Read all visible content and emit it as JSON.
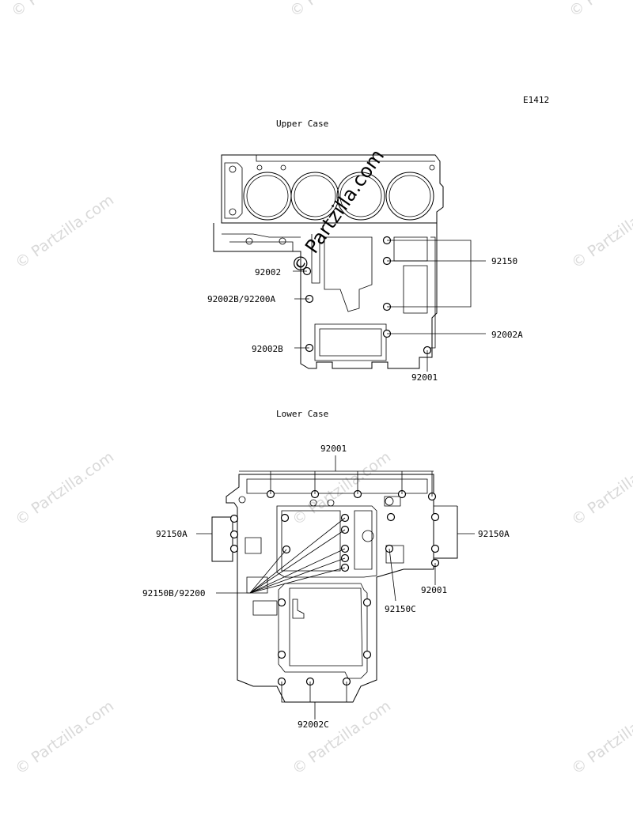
{
  "diagram_id": "E1412",
  "watermark": {
    "text": "© Partzilla.com"
  },
  "upper_case": {
    "title": "Upper Case",
    "callouts": {
      "c92150": "92150",
      "c92002": "92002",
      "c92002B_92200A": "92002B/92200A",
      "c92002A": "92002A",
      "c92002B": "92002B",
      "c92001": "92001"
    }
  },
  "lower_case": {
    "title": "Lower Case",
    "callouts": {
      "c92001_top": "92001",
      "c92150A_left": "92150A",
      "c92150A_right": "92150A",
      "c92001_right": "92001",
      "c92150B_92200": "92150B/92200",
      "c92150C": "92150C",
      "c92002C": "92002C"
    }
  }
}
